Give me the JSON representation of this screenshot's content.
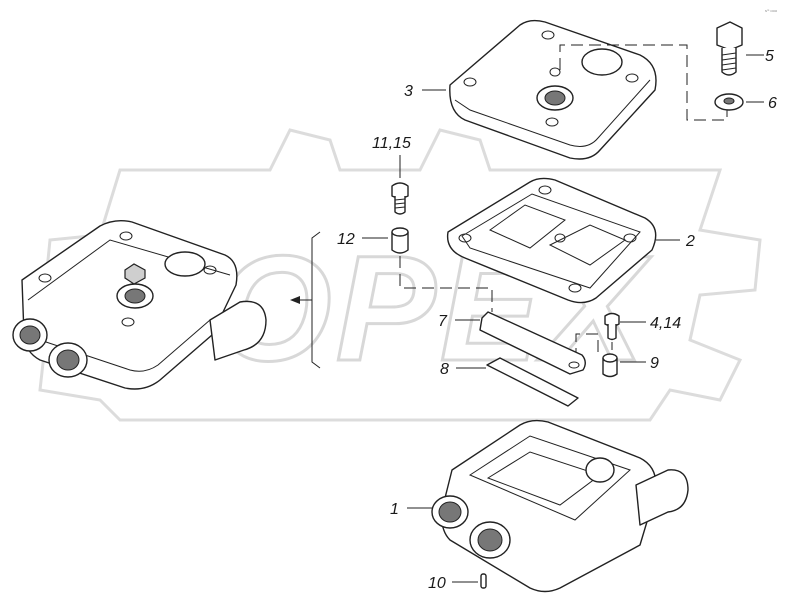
{
  "watermark": {
    "text": "OPEX"
  },
  "corner_mark": "sᵐ ooo",
  "callouts": [
    {
      "id": "1",
      "label": "1"
    },
    {
      "id": "2",
      "label": "2"
    },
    {
      "id": "3",
      "label": "3"
    },
    {
      "id": "4_14",
      "label": "4,14"
    },
    {
      "id": "5",
      "label": "5"
    },
    {
      "id": "6",
      "label": "6"
    },
    {
      "id": "7",
      "label": "7"
    },
    {
      "id": "8",
      "label": "8"
    },
    {
      "id": "9",
      "label": "9"
    },
    {
      "id": "10",
      "label": "10"
    },
    {
      "id": "11_15",
      "label": "11,15"
    },
    {
      "id": "12",
      "label": "12"
    }
  ]
}
